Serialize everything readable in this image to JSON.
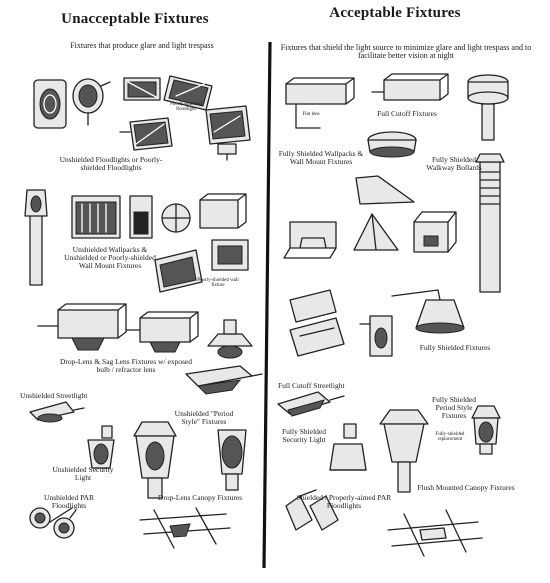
{
  "left": {
    "heading": "Unacceptable Fixtures",
    "subheading": "Fixtures that produce glare and light trespass",
    "captions": {
      "floodlights": "Unshielded Floodlights or Poorly-shielded Floodlights",
      "wallpacks": "Unshielded Wallpacks & Unshielded or Poorly-shielded Wall Mount Fixtures",
      "droplens": "Drop-Lens & Sag Lens Fixtures w/ exposed bulb / refractor lens",
      "streetlight": "Unshielded Streetlight",
      "security": "Unshielded Security Light",
      "period": "Unshielded \"Period Style\" Fixtures",
      "pars": "Unshielded PAR Floodlights",
      "canopy": "Drop-Lens Canopy Fixtures"
    },
    "small_labels": {
      "flood_note": "Poorly-shielded floodlight",
      "wall_note": "Poorly-shielded wall fixture"
    }
  },
  "right": {
    "heading": "Acceptable Fixtures",
    "subheading": "Fixtures that shield the light source to minimize glare and light trespass and to facilitate better vision at night",
    "captions": {
      "cutoff": "Full Cutoff Fixtures",
      "wallpacks": "Fully Shielded Wallpacks & Wall Mount Fixtures",
      "bollards": "Fully Shielded Walkway Bollards",
      "fullshield": "Fully Shielded Fixtures",
      "streetlight": "Full Cutoff Streetlight",
      "security": "Fully Shielded Security Light",
      "period": "Fully Shielded Period Style Fixtures",
      "period_note": "Fully-shielded replacement",
      "pars": "Shielded / Properly-aimed PAR Floodlights",
      "canopy": "Flush Mounted Canopy Fixtures"
    },
    "small_labels": {
      "flat_lens": "Flat lens"
    }
  }
}
